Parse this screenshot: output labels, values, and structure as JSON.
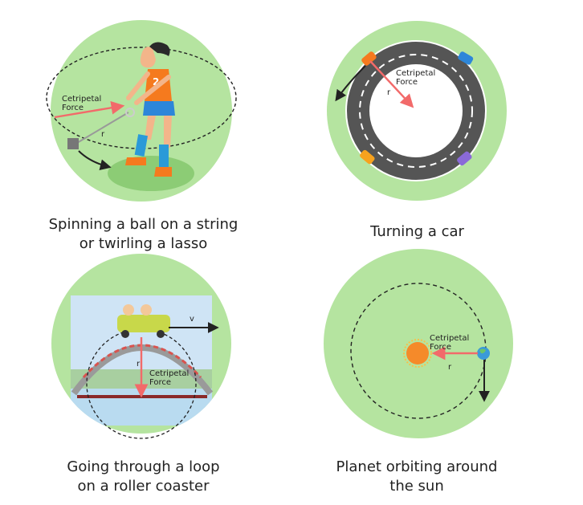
{
  "panels": [
    {
      "id": "string-ball",
      "caption": [
        "Spinning a ball on a string",
        "or twirling a lasso"
      ],
      "force_label": [
        "Cetripetal",
        "Force"
      ],
      "radius_label": "r"
    },
    {
      "id": "car",
      "caption": [
        "Turning a car"
      ],
      "force_label": [
        "Cetripetal",
        "Force"
      ],
      "radius_label": "r"
    },
    {
      "id": "roller-coaster",
      "caption": [
        "Going through a loop",
        "on a roller coaster"
      ],
      "force_label": [
        "Cetripetal",
        "Force"
      ],
      "radius_label": "r",
      "velocity_label": "v"
    },
    {
      "id": "planet",
      "caption": [
        "Planet orbiting around",
        "the sun"
      ],
      "force_label": [
        "Cetripetal",
        "Force"
      ],
      "radius_label": "r"
    }
  ],
  "colors": {
    "circle": "#b5e4a0",
    "force_arrow": "#f26a6a",
    "motion_arrow": "#222222",
    "road": "#555555",
    "sun": "#f58a2a",
    "earth": "#3a9ad8"
  }
}
